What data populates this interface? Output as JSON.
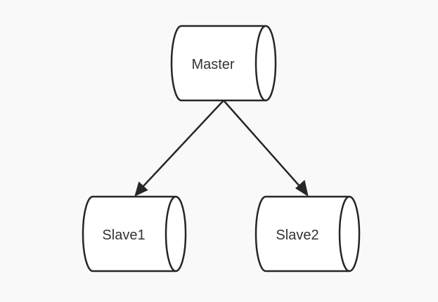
{
  "colors": {
    "background": "#f9f9f9",
    "stroke": "#262626",
    "fill": "#ffffff",
    "text": "#333333"
  },
  "nodes": {
    "master": {
      "label": "Master",
      "shape": "horizontal-cylinder"
    },
    "slave1": {
      "label": "Slave1",
      "shape": "horizontal-cylinder"
    },
    "slave2": {
      "label": "Slave2",
      "shape": "horizontal-cylinder"
    }
  },
  "edges": [
    {
      "from": "Master",
      "to": "Slave1",
      "arrow": "filled-triangle"
    },
    {
      "from": "Master",
      "to": "Slave2",
      "arrow": "filled-triangle"
    }
  ]
}
